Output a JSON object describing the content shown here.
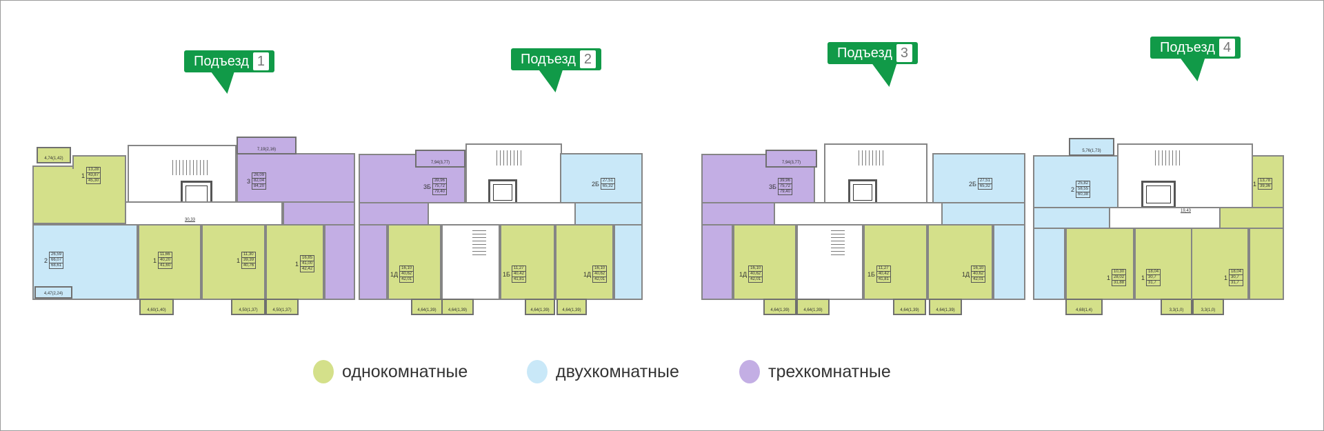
{
  "colors": {
    "one_room": "#d4e08a",
    "two_room": "#c9e8f8",
    "three_room": "#c3aee4",
    "callout": "#119a48"
  },
  "entrances": [
    {
      "label": "Подъезд",
      "number": "1"
    },
    {
      "label": "Подъезд",
      "number": "2"
    },
    {
      "label": "Подъезд",
      "number": "3"
    },
    {
      "label": "Подъезд",
      "number": "4"
    }
  ],
  "legend": [
    {
      "type": "one_room",
      "label": "однокомнатные"
    },
    {
      "type": "two_room",
      "label": "двухкомнатные"
    },
    {
      "type": "three_room",
      "label": "трехкомнатные"
    }
  ],
  "sections": [
    {
      "apartments": [
        {
          "type": "one_room",
          "count": "1",
          "areas": [
            "13,28",
            "43,87",
            "45,30"
          ],
          "balcony": "4,74(1,42)"
        },
        {
          "type": "two_room",
          "count": "2",
          "areas": [
            "26,59",
            "66,07",
            "68,61"
          ],
          "balcony": "4,47(2,24)"
        },
        {
          "type": "one_room",
          "count": "1",
          "areas": [
            "11,66",
            "40,20",
            "41,60"
          ],
          "balcony": "4,60(1,40)"
        },
        {
          "type": "one_room",
          "count": "1",
          "areas": [
            "11,30",
            "39,39",
            "40,76"
          ],
          "balcony": "4,50(1,37)"
        },
        {
          "type": "one_room",
          "count": "1",
          "areas": [
            "16,85",
            "41,00",
            "42,42"
          ],
          "balcony": "4,50(1,37)"
        },
        {
          "type": "three_room",
          "count": "3",
          "areas": [
            "26,09",
            "82,04",
            "84,20"
          ],
          "balcony": "7,19(2,16)"
        }
      ],
      "corridor": "30,33"
    },
    {
      "apartments": [
        {
          "type": "three_room",
          "count": "3Б",
          "areas": [
            "39,96",
            "75,72",
            "79,40"
          ],
          "balcony": "7,94(3,77)"
        },
        {
          "type": "one_room",
          "count": "1Д",
          "areas": [
            "16,10",
            "40,62",
            "42,01"
          ],
          "balcony": "4,64(1,39)"
        },
        {
          "type": "one_room",
          "count": "1Б",
          "areas": [
            "11,27",
            "40,42",
            "41,81"
          ],
          "balcony": "4,64(1,39)"
        },
        {
          "type": "one_room",
          "count": "1Д",
          "areas": [
            "16,10",
            "40,62",
            "42,01"
          ],
          "balcony": "4,64(1,39)"
        },
        {
          "type": "two_room",
          "count": "2Б",
          "areas": [
            "27,51",
            "65,32"
          ]
        }
      ],
      "extra_balcony": "4,64(1,39)"
    },
    {
      "apartments": [
        {
          "type": "three_room",
          "count": "3Б",
          "areas": [
            "39,96",
            "75,72",
            "79,40"
          ],
          "balcony": "7,94(3,77)"
        },
        {
          "type": "one_room",
          "count": "1Д",
          "areas": [
            "16,10",
            "40,62",
            "42,01"
          ],
          "balcony": "4,64(1,39)"
        },
        {
          "type": "one_room",
          "count": "1Б",
          "areas": [
            "11,27",
            "40,42",
            "41,81"
          ],
          "balcony": "4,64(1,39)"
        },
        {
          "type": "one_room",
          "count": "1Д",
          "areas": [
            "16,10",
            "40,62",
            "42,01"
          ],
          "balcony": "4,64(1,39)"
        },
        {
          "type": "two_room",
          "count": "2Б",
          "areas": [
            "27,51",
            "65,32"
          ]
        }
      ],
      "extra_balcony": "4,64(1,39)"
    },
    {
      "apartments": [
        {
          "type": "two_room",
          "count": "2",
          "areas": [
            "25,82",
            "58,55",
            "60,38"
          ],
          "balcony": "5,76(1,73)"
        },
        {
          "type": "one_room",
          "count": "1",
          "areas": [
            "10,30",
            "28,02",
            "31,88"
          ],
          "balcony": "4,68(1,4)"
        },
        {
          "type": "one_room",
          "count": "1",
          "areas": [
            "18,04",
            "30,7",
            "31,7"
          ],
          "balcony": "3,3(1,0)"
        },
        {
          "type": "one_room",
          "count": "1",
          "areas": [
            "18,04",
            "30,7",
            "31,7"
          ],
          "balcony": "3,3(1,0)"
        },
        {
          "type": "one_room",
          "count": "1",
          "areas": [
            "13,78",
            "39,36"
          ]
        }
      ],
      "corridor": "19,43"
    }
  ]
}
